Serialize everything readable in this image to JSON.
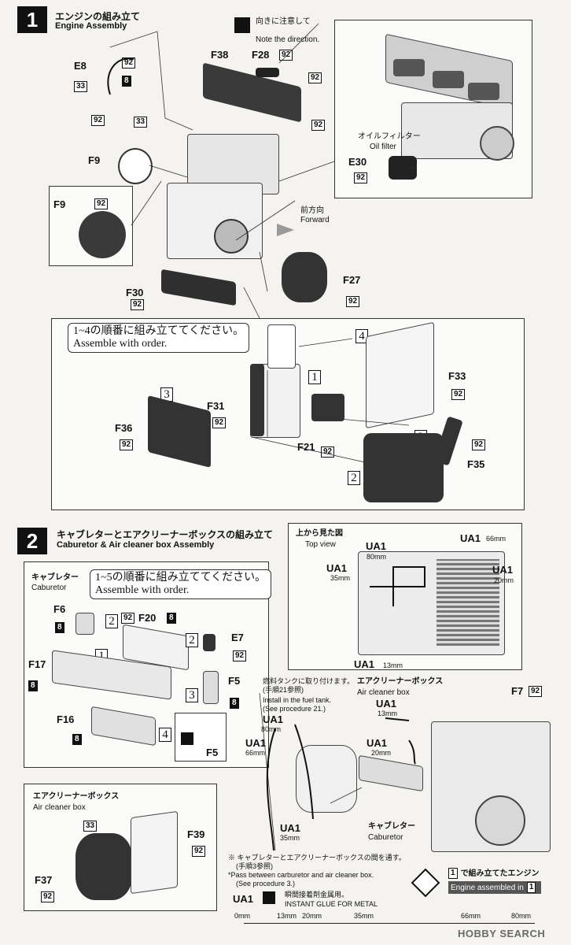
{
  "step1": {
    "num": "1",
    "title_jp": "エンジンの組み立て",
    "title_en": "Engine Assembly",
    "note_direction_jp": "向きに注意して",
    "note_direction_en": "Note the direction.",
    "oil_filter_jp": "オイルフィルター",
    "oil_filter_en": "Oil filter",
    "forward_jp": "前方向",
    "forward_en": "Forward",
    "order_jp": "1~4の順番に組み立ててください。",
    "order_en": "Assemble with order.",
    "labels": {
      "e8": "E8",
      "f38": "F38",
      "f28": "F28",
      "f9": "F9",
      "f9b": "F9",
      "e30": "E30",
      "f30": "F30",
      "f27": "F27",
      "f33": "F33",
      "f31": "F31",
      "f36": "F36",
      "f21": "F21",
      "f35": "F35"
    },
    "tags": {
      "t92": "92",
      "t33": "33",
      "t8": "8"
    },
    "seq": {
      "n1": "1",
      "n2": "2",
      "n3": "3",
      "n4": "4"
    }
  },
  "step2": {
    "num": "2",
    "title_jp": "キャブレターとエアクリーナーボックスの組み立て",
    "title_en": "Caburetor & Air cleaner box Assembly",
    "carb_jp": "キャブレター",
    "carb_en": "Caburetor",
    "order_jp": "1~5の順番に組み立ててください。",
    "order_en": "Assemble with order.",
    "top_view_jp": "上から見た図",
    "top_view_en": "Top view",
    "aircleaner_jp": "エアクリーナーボックス",
    "aircleaner_en": "Air cleaner box",
    "fuel_note_jp": "燃料タンクに取り付けます。",
    "fuel_note_jp2": "(手順21参照)",
    "fuel_note_en": "Install in the fuel tank.",
    "fuel_note_en2": "(See procedure 21.)",
    "carb2_jp": "キャブレター",
    "carb2_en": "Caburetor",
    "pass_jp": "※ キャブレターとエアクリーナーボックスの間を通す。",
    "pass_jp2": "(手順3参照)",
    "pass_en": "*Pass between carburetor and air cleaner box.",
    "pass_en2": "(See procedure 3.)",
    "engine_assembled_jp": "で組み立てたエンジン",
    "engine_assembled_en": "Engine assembled in",
    "labels": {
      "f6": "F6",
      "f20": "F20",
      "e7": "E7",
      "f17": "F17",
      "f5": "F5",
      "f5b": "F5",
      "f16": "F16",
      "f7": "F7",
      "f39": "F39",
      "f37": "F37"
    },
    "ua1": "UA1",
    "mm80": "80mm",
    "mm66": "66mm",
    "mm35": "35mm",
    "mm20": "20mm",
    "mm13": "13mm"
  },
  "legend": {
    "code": "UA1",
    "glue_jp": "瞬間接着剤金属用。",
    "glue_en": "INSTANT GLUE  FOR METAL",
    "ruler": [
      "0mm",
      "13mm",
      "20mm",
      "35mm",
      "66mm",
      "80mm"
    ]
  },
  "watermark": "HOBBY SEARCH"
}
